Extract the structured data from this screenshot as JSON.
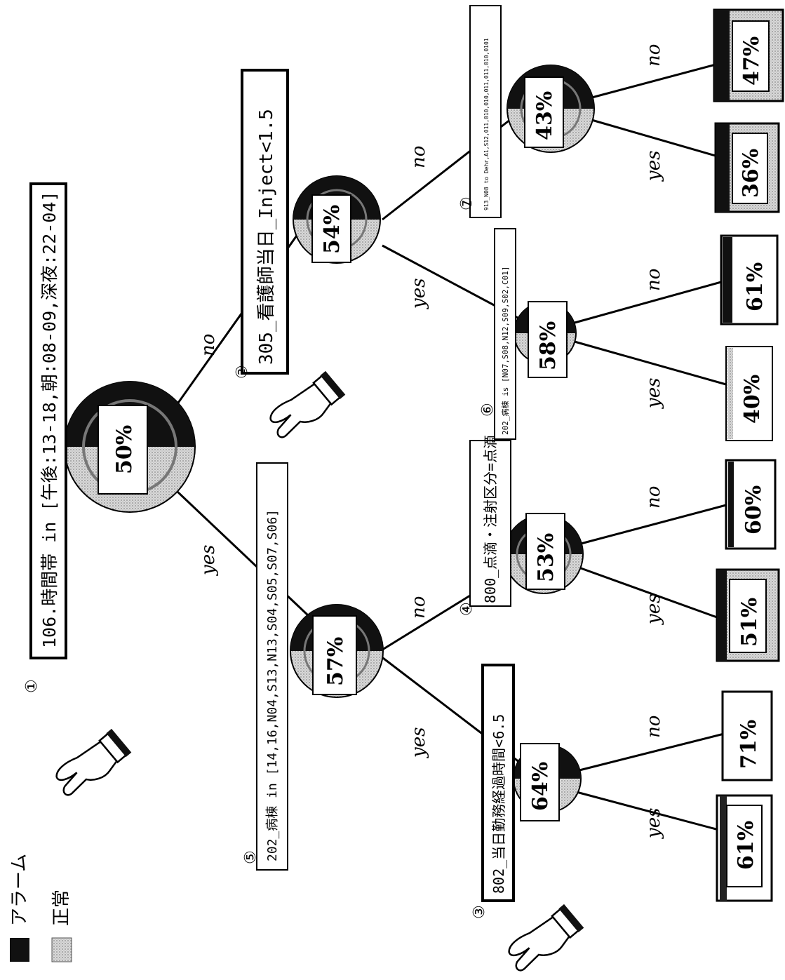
{
  "legend": {
    "alarm_label": "アラーム",
    "normal_label": "正常",
    "alarm_color": "#111111",
    "normal_color": "#c8c8c8"
  },
  "edge_labels": {
    "yes": "yes",
    "no": "no"
  },
  "nodes": {
    "n1": {
      "percent": "50%",
      "marker": "①",
      "condition": "106.時間帯 in [午後:13-18,朝:08-09,深夜:22-04]"
    },
    "n2": {
      "percent": "54%",
      "marker": "②",
      "condition": "305_看護師当日_Inject<1.5"
    },
    "n3": {
      "percent": "64%",
      "marker": "③",
      "condition": "802_当日勤務経過時間<6.5"
    },
    "n4": {
      "percent": "53%",
      "marker": "④",
      "condition": "800_点滴・注射区分=点滴"
    },
    "n5": {
      "percent": "57%",
      "marker": "⑤",
      "condition": "202_病棟 in [14,16,N04,S13,N13,S04,S05,S07,S06]"
    },
    "n6": {
      "percent": "58%",
      "marker": "⑥",
      "condition": "202_病棟 is [N07,S08,N12,S09,S02,C01]"
    },
    "n7": {
      "percent": "43%",
      "marker": "⑦",
      "condition": "913_N08 to Dehr,A1,S12,011,010,010,011,011,010,0101"
    }
  },
  "leaves": {
    "l1": "61%",
    "l2": "71%",
    "l3": "51%",
    "l4": "60%",
    "l5": "40%",
    "l6": "61%",
    "l7": "36%",
    "l8": "47%"
  }
}
